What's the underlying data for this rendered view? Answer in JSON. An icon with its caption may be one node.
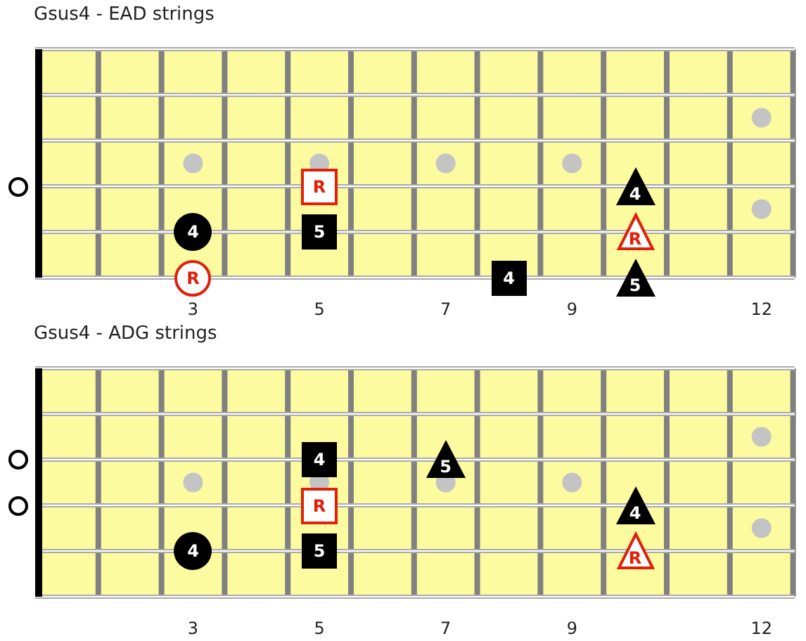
{
  "diagram": {
    "nodes": [
      {
        "text": [
          "Gsus4 - EAD strings"
        ]
      },
      {
        "text": [],
        "shape": "circle"
      },
      {
        "text": [
          "R"
        ],
        "in": 0
      },
      {
        "text": [
          "4"
        ],
        "in": 0
      },
      {
        "text": [
          "4"
        ],
        "in": 0
      },
      {
        "text": [
          "5"
        ],
        "in": 0
      },
      {
        "text": [
          "R"
        ],
        "in": 0
      },
      {
        "text": [
          "R"
        ],
        "in": 0
      },
      {
        "text": [
          "4"
        ],
        "in": 0
      },
      {
        "text": [
          "5"
        ],
        "in": 0
      },
      {
        "text": [
          "Gsus4 - ADG strings"
        ]
      },
      {
        "text": [],
        "shape": "circle"
      },
      {
        "text": [
          "4"
        ],
        "in": 10
      },
      {
        "text": [
          "5"
        ],
        "in": 10
      },
      {
        "text": [],
        "shape": "circle"
      },
      {
        "text": [
          "R"
        ],
        "in": 10
      },
      {
        "text": [
          "4"
        ],
        "in": 10
      },
      {
        "text": [
          "4"
        ],
        "in": 10
      },
      {
        "text": [
          "5"
        ],
        "in": 10
      },
      {
        "text": [
          "R"
        ],
        "in": 10
      }
    ],
    "labels": [
      "3",
      "5",
      "7",
      "9",
      "12",
      "3",
      "5",
      "7",
      "9",
      "12"
    ]
  }
}
